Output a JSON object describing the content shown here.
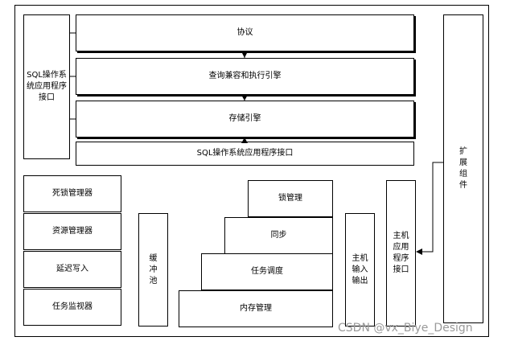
{
  "labels": {
    "protocol": "协议",
    "query_engine": "查询兼容和执行引擎",
    "storage_engine": "存储引擎",
    "sql_os_api_bottom": "SQL操作系统应用程序接口",
    "sql_os_api_left": "SQL操作系统应用程序接口",
    "extension": "扩展组件",
    "deadlock_manager": "死锁管理器",
    "resource_manager": "资源管理器",
    "lazy_writer": "延迟写入",
    "task_monitor": "任务监视器",
    "buffer_pool": "缓冲池",
    "lock_manager": "锁管理",
    "sync": "同步",
    "task_scheduling": "任务调度",
    "memory_management": "内存管理",
    "host_io": "主机输入输出",
    "host_app_api": "主机应用程序接口"
  },
  "watermark": "CSDN @vx_Biye_Design"
}
